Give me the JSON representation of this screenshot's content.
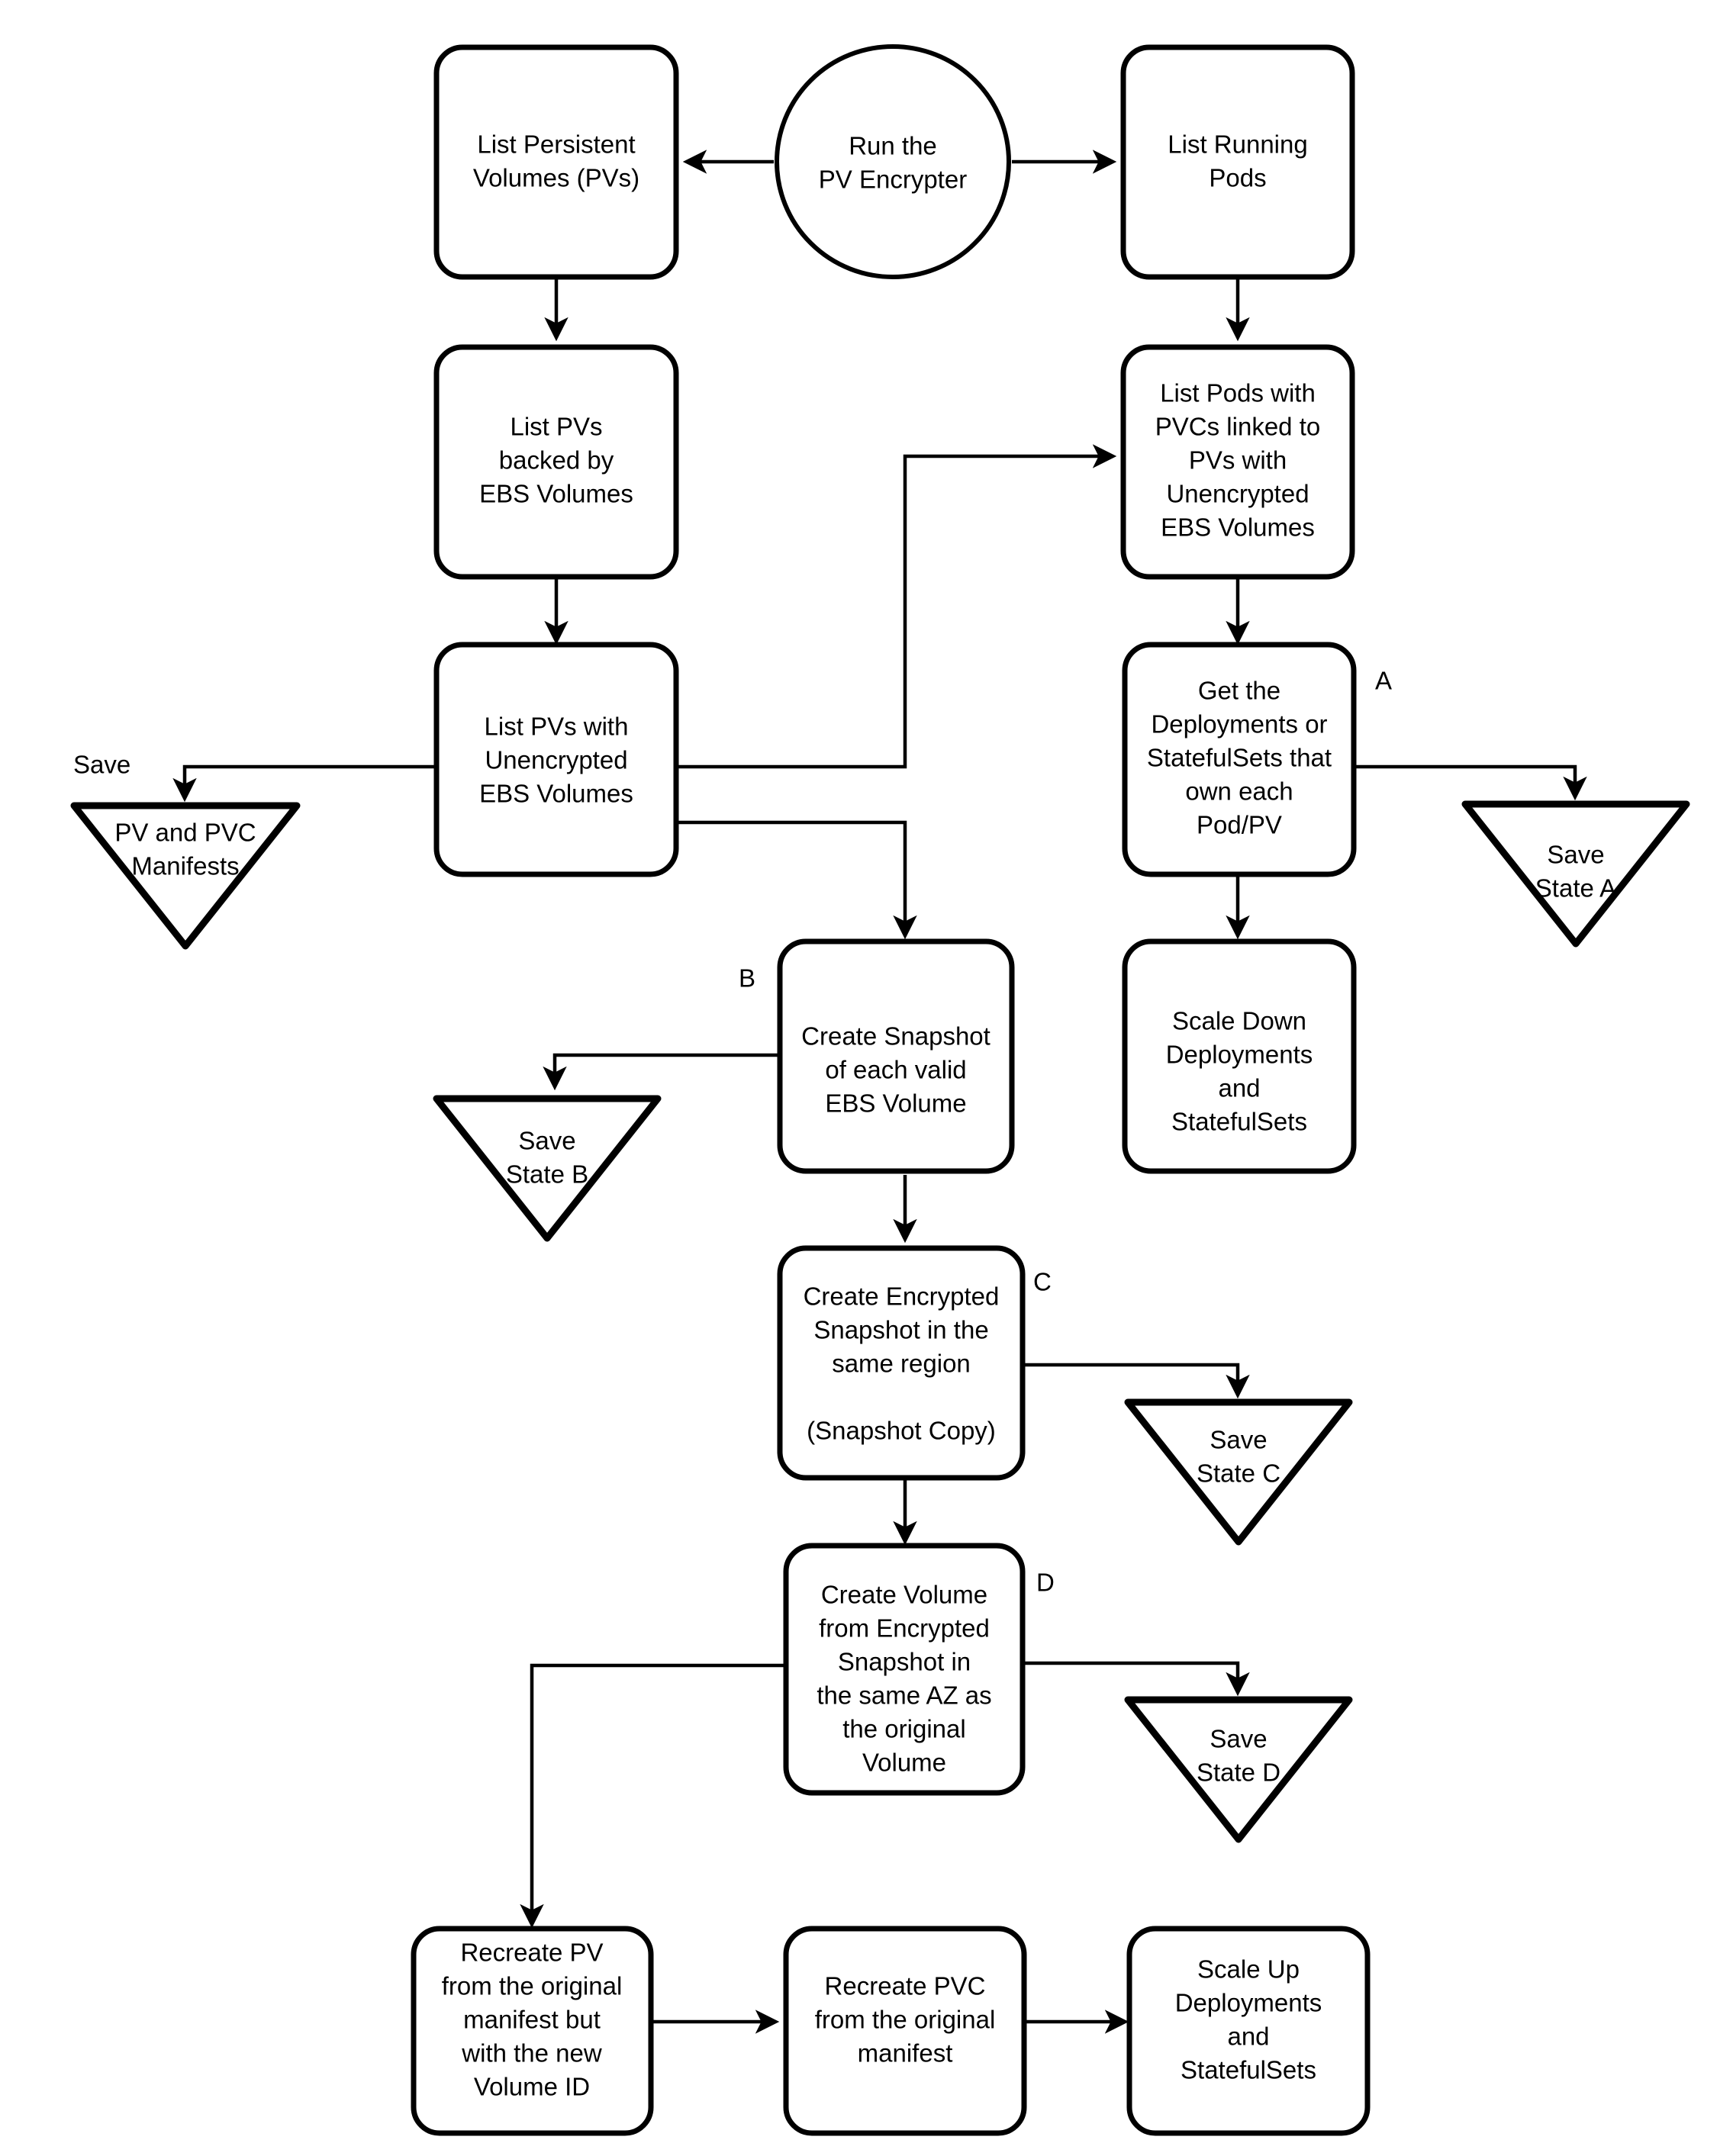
{
  "diagram": {
    "title": "PV Encrypter Flowchart",
    "colors": {
      "stroke": "#000000",
      "fill": "#ffffff",
      "text": "#000000"
    },
    "nodes": {
      "run_encrypter": {
        "lines": [
          "Run the",
          "PV Encrypter"
        ],
        "shape": "circle"
      },
      "list_pvs": {
        "lines": [
          "List Persistent",
          "Volumes (PVs)"
        ],
        "shape": "rounded-rect"
      },
      "list_running_pods": {
        "lines": [
          "List Running",
          "Pods"
        ],
        "shape": "rounded-rect"
      },
      "list_pvs_ebs": {
        "lines": [
          "List PVs",
          "backed by",
          "EBS Volumes"
        ],
        "shape": "rounded-rect"
      },
      "list_pods_pvcs": {
        "lines": [
          "List Pods with",
          "PVCs linked to",
          "PVs with",
          "Unencrypted",
          "EBS Volumes"
        ],
        "shape": "rounded-rect"
      },
      "list_pvs_unenc": {
        "lines": [
          "List PVs with",
          "Unencrypted",
          "EBS Volumes"
        ],
        "shape": "rounded-rect"
      },
      "get_deployments": {
        "lines": [
          "Get the",
          "Deployments or",
          "StatefulSets that",
          "own each",
          "Pod/PV"
        ],
        "shape": "rounded-rect"
      },
      "scale_down": {
        "lines": [
          "Scale Down",
          "Deployments",
          "and",
          "StatefulSets"
        ],
        "shape": "rounded-rect"
      },
      "create_snapshot": {
        "lines": [
          "Create Snapshot",
          "of each valid",
          "EBS Volume"
        ],
        "shape": "rounded-rect"
      },
      "create_encrypted_snapshot": {
        "lines": [
          "Create Encrypted",
          "Snapshot in the",
          "same region",
          "",
          "(Snapshot Copy)"
        ],
        "shape": "rounded-rect"
      },
      "create_volume": {
        "lines": [
          "Create Volume",
          "from Encrypted",
          "Snapshot in",
          "the same AZ as",
          "the original",
          "Volume"
        ],
        "shape": "rounded-rect"
      },
      "recreate_pv": {
        "lines": [
          "Recreate PV",
          "from the original",
          "manifest but",
          "with the new",
          "Volume ID"
        ],
        "shape": "rounded-rect"
      },
      "recreate_pvc": {
        "lines": [
          "Recreate PVC",
          "from the original",
          "manifest"
        ],
        "shape": "rounded-rect"
      },
      "scale_up": {
        "lines": [
          "Scale Up",
          "Deployments",
          "and",
          "StatefulSets"
        ],
        "shape": "rounded-rect"
      }
    },
    "artifacts": {
      "pv_pvc_manifests": {
        "lines": [
          "PV and PVC",
          "Manifests"
        ],
        "shape": "triangle-down"
      },
      "save_state_a": {
        "lines": [
          "Save",
          "State A"
        ],
        "shape": "triangle-down"
      },
      "save_state_b": {
        "lines": [
          "Save",
          "State B"
        ],
        "shape": "triangle-down"
      },
      "save_state_c": {
        "lines": [
          "Save",
          "State C"
        ],
        "shape": "triangle-down"
      },
      "save_state_d": {
        "lines": [
          "Save",
          "State D"
        ],
        "shape": "triangle-down"
      }
    },
    "edge_labels": {
      "save": "Save",
      "a": "A",
      "b": "B",
      "c": "C",
      "d": "D"
    }
  }
}
